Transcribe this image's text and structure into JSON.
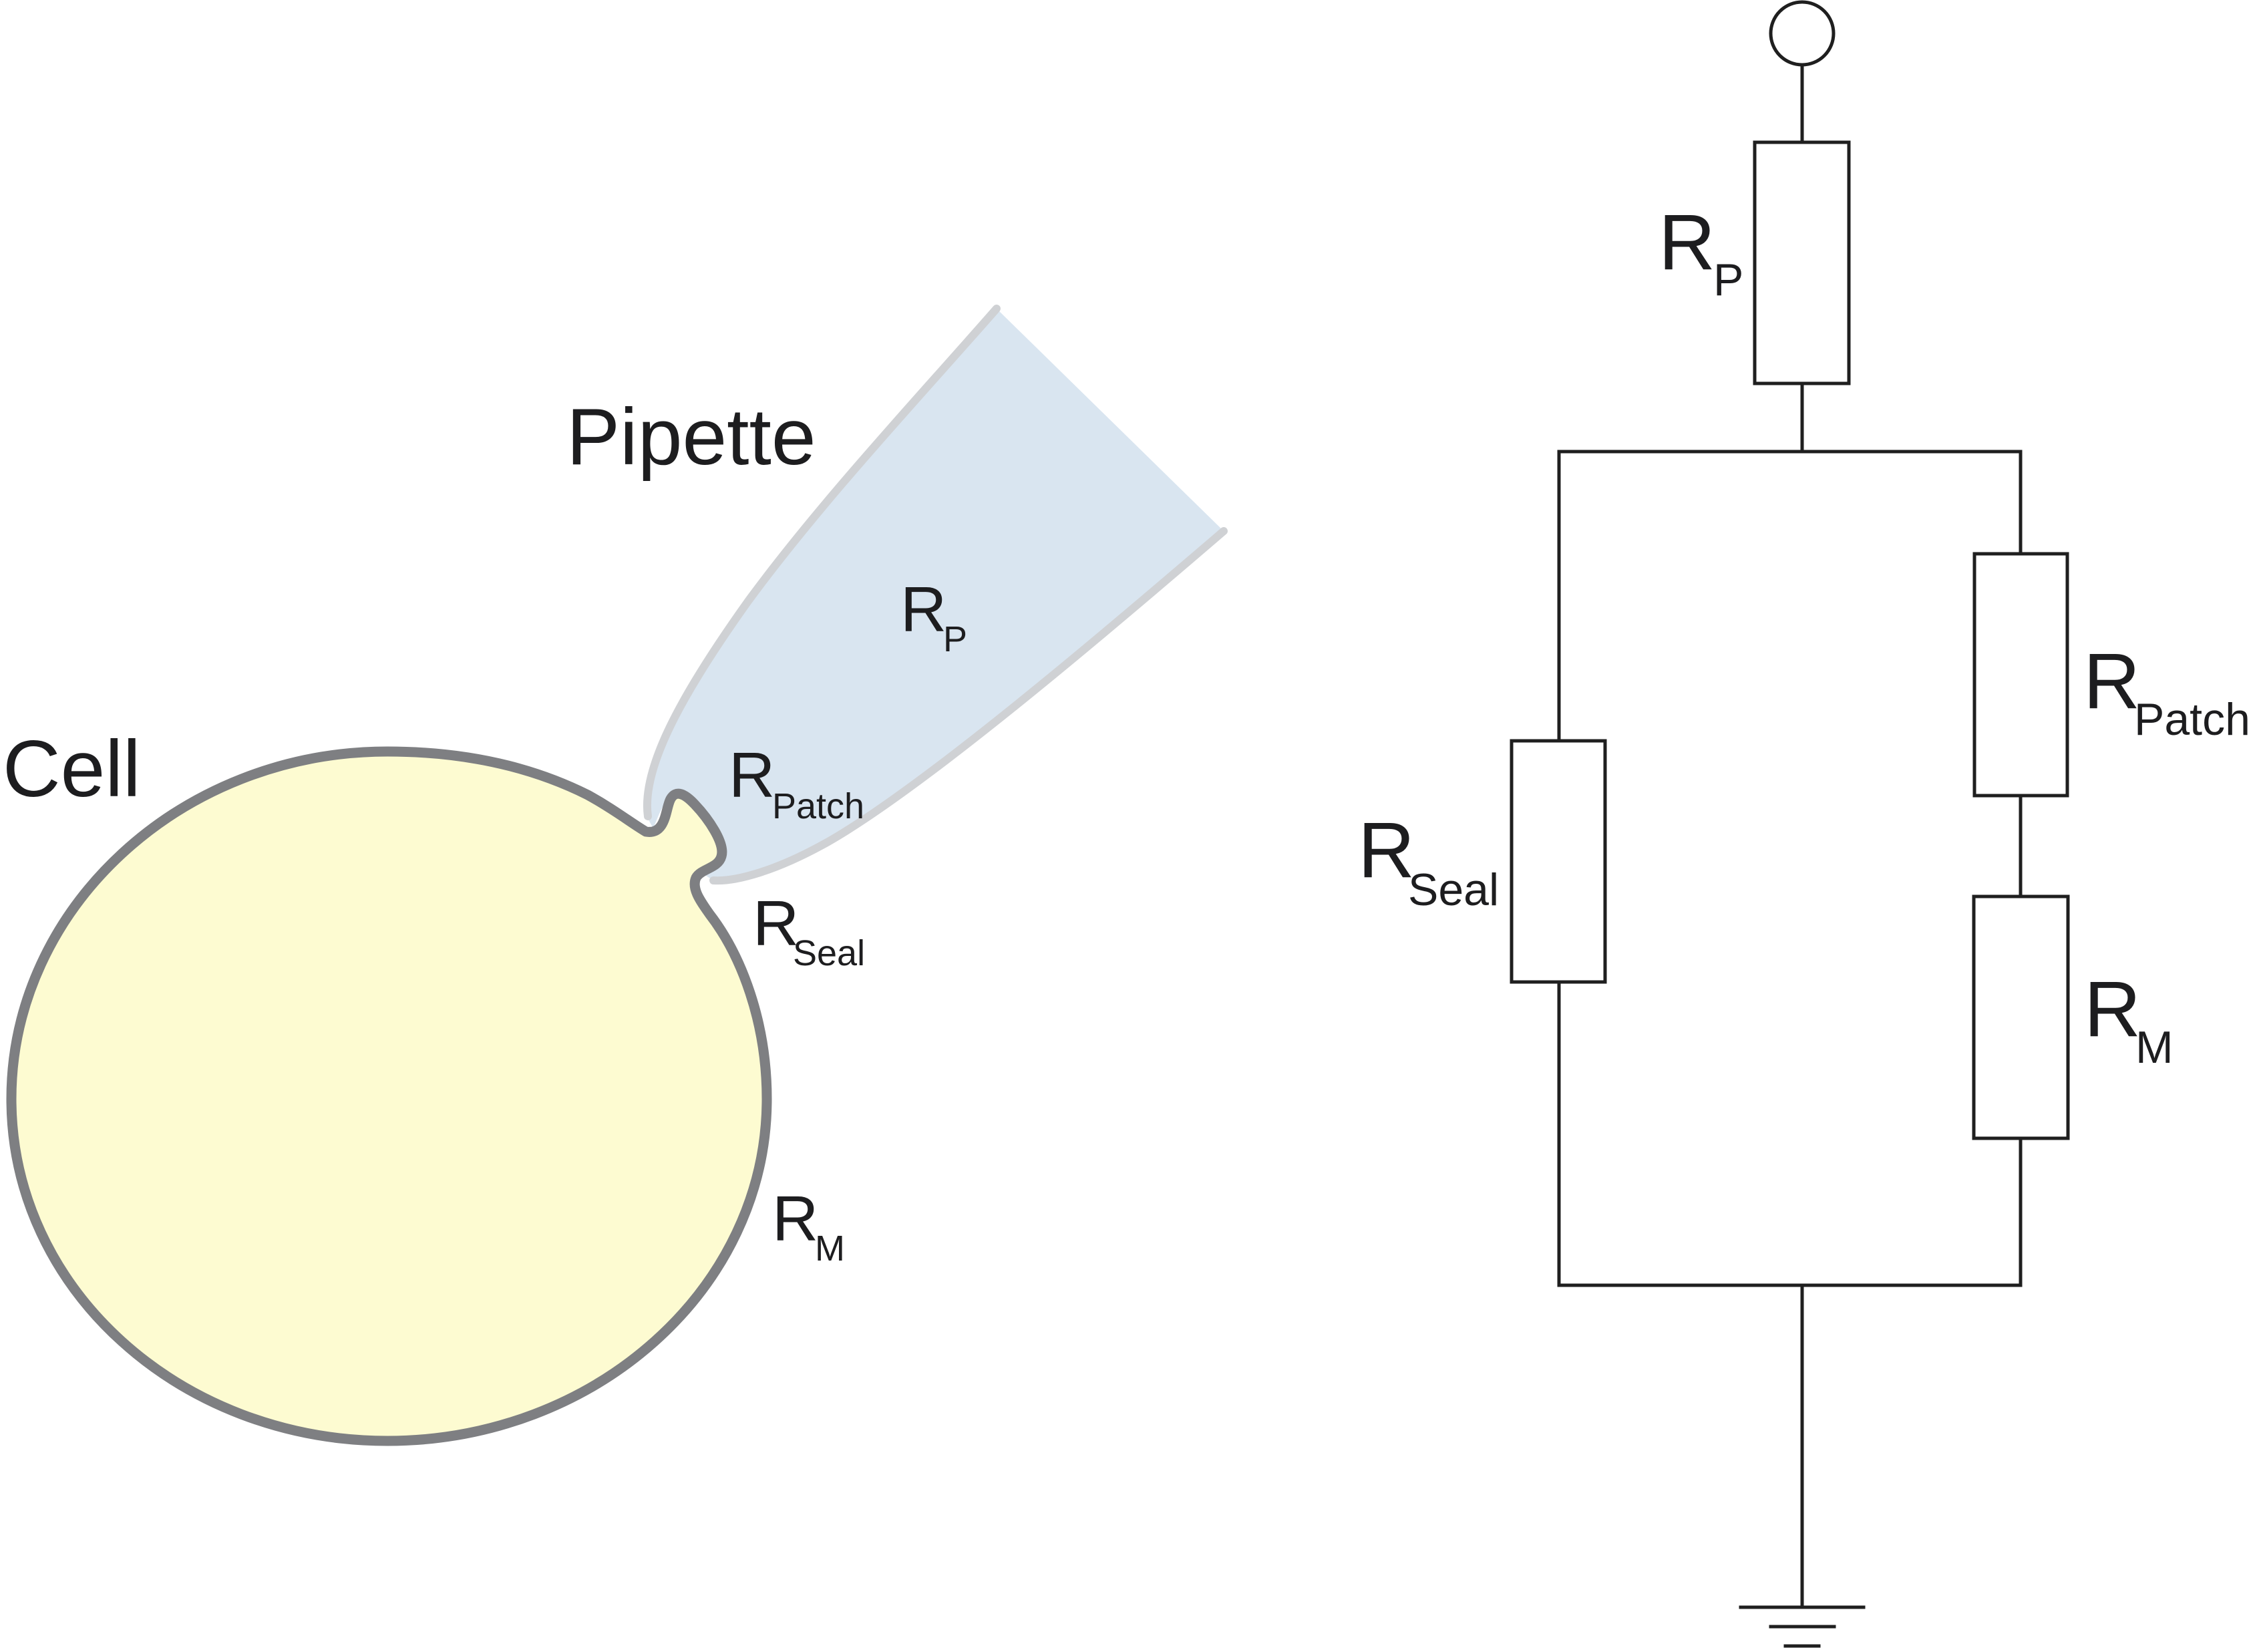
{
  "figure": {
    "title": "Patch clamp cell-attached configuration and equivalent circuit",
    "colors": {
      "cell_fill": "#fdfbd1",
      "cell_membrane": "#7e7f82",
      "pipette_fill": "#d9e5f0",
      "pipette_wall": "#cfd1d4",
      "circuit_line": "#1f1f1f",
      "text": "#1d1d1f"
    }
  },
  "schematic": {
    "cell_label": "Cell",
    "pipette_label": "Pipette",
    "labels": {
      "rp": {
        "main": "R",
        "sub": "P"
      },
      "rpatch": {
        "main": "R",
        "sub": "Patch"
      },
      "rseal": {
        "main": "R",
        "sub": "Seal"
      },
      "rm": {
        "main": "R",
        "sub": "M"
      }
    }
  },
  "circuit": {
    "terminal": "electrode-terminal",
    "ground": "ground",
    "resistors": [
      {
        "id": "rp",
        "main": "R",
        "sub": "P",
        "branch": "series-top"
      },
      {
        "id": "rseal",
        "main": "R",
        "sub": "Seal",
        "branch": "left-parallel"
      },
      {
        "id": "rpatch",
        "main": "R",
        "sub": "Patch",
        "branch": "right-parallel"
      },
      {
        "id": "rm",
        "main": "R",
        "sub": "M",
        "branch": "right-parallel"
      }
    ],
    "topology": "R_P in series with (R_Seal || (R_Patch + R_M)) to ground"
  }
}
